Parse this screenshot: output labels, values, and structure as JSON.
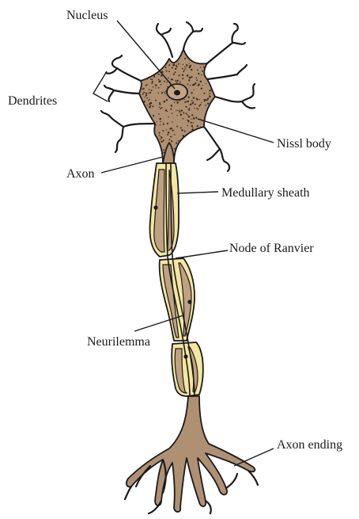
{
  "labels": {
    "nucleus": "Nucleus",
    "dendrites": "Dendrites",
    "nissl_body": "Nissl body",
    "axon": "Axon",
    "medullary_sheath": "Medullary sheath",
    "node_of_ranvier": "Node of Ranvier",
    "neurilemma": "Neurilemma",
    "axon_ending": "Axon ending"
  },
  "colors": {
    "cell_body": "#b09073",
    "nissl_dots": "#3a2a1c",
    "myelin": "#f3e6a0",
    "myelin_edge": "#d9c35a",
    "schwann": "#bfa282",
    "outline": "#1a1a1a"
  }
}
